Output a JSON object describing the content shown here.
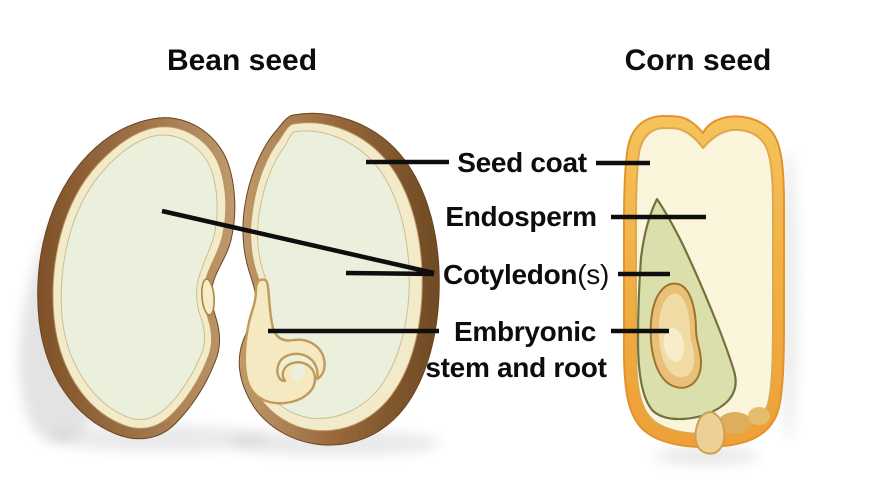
{
  "figure": {
    "bean_title": "Bean seed",
    "corn_title": "Corn seed",
    "labels": {
      "seed_coat": "Seed coat",
      "endosperm": "Endosperm",
      "cotyledon_base": "Cotyledon",
      "cotyledon_suffix": "(s)",
      "embryonic_line1": "Embryonic",
      "embryonic_line2": "stem and root"
    }
  },
  "colors": {
    "background": "#ffffff",
    "label_text": "#0d0d0d",
    "pointer_line": "#0e0e0e",
    "bean_seed_coat_brown": "#9a6f40",
    "bean_seed_coat_dark": "#77512a",
    "bean_lining_cream": "#f3eaca",
    "bean_cotyledon_green": "#eaf0db",
    "bean_embryo_cream": "#f5e9c2",
    "corn_pericarp_orange": "#f2b149",
    "corn_endosperm_cream": "#fbf5dc",
    "corn_scutellum_olive": "#dbdfab",
    "corn_embryo_tan": "#e8c077"
  }
}
